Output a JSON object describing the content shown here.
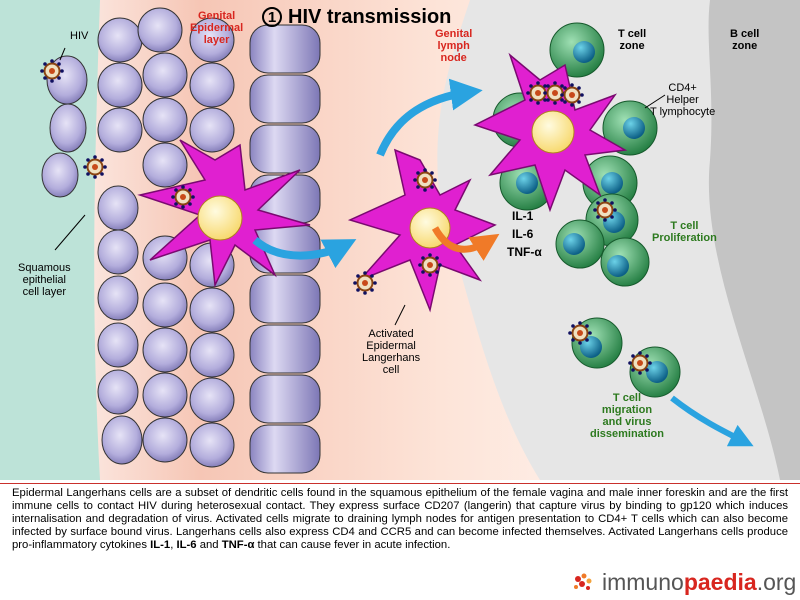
{
  "diagram": {
    "step_number": "1",
    "title": "HIV transmission",
    "labels": {
      "hiv": "HIV",
      "genital_epidermal_layer": "Genital\nEpidermal\nlayer",
      "genital_lymph_node": "Genital\nlymph\nnode",
      "t_cell_zone": "T cell\nzone",
      "b_cell_zone": "B cell\nzone",
      "cd4_helper": "CD4+\nHelper\nT lymphocyte",
      "squamous": "Squamous\nepithelial\ncell layer",
      "il1": "IL-1",
      "il6": "IL-6",
      "tnf": "TNF-α",
      "t_cell_proliferation": "T cell\nProliferation",
      "activated_langerhans": "Activated\nEpidermal\nLangerhans\ncell",
      "t_cell_migration": "T cell\nmigration\nand virus\ndissemination"
    },
    "colors": {
      "dendritic_cell": "#e020d0",
      "nucleus": "#fde89a",
      "t_cell": "#3aa464",
      "t_cell_nucleus": "#1a8aa6",
      "epithelial": "#a9a3d6",
      "arrow": "#2aa3e0",
      "cytokine_arrow": "#f07a28",
      "lymph_zone": "#e7e7e7",
      "b_zone": "#c4c4c4"
    }
  },
  "caption": {
    "text1": "Epidermal Langerhans cells are a subset of dendritic cells found in the squamous epithelium of the female vagina and male inner foreskin and are the first immune cells to contact HIV during heterosexual contact. They express surface CD207 (langerin) that capture virus by binding to gp120 which induces internalisation and degradation of virus. Activated cells migrate to draining lymph nodes for antigen presentation to CD4+ T cells which can also become infected by surface bound virus. Langerhans cells also express CD4 and CCR5 and can become infected themselves. Activated Langerhans cells produce pro-inflammatory cytokines ",
    "b1": "IL-1",
    "t2": ", ",
    "b2": "IL-6",
    "t3": " and ",
    "b3": "TNF-α",
    "t4": " that can cause fever in acute infection."
  },
  "logo": {
    "prefix": "immuno",
    "highlight": "paedia",
    "suffix": ".org"
  }
}
